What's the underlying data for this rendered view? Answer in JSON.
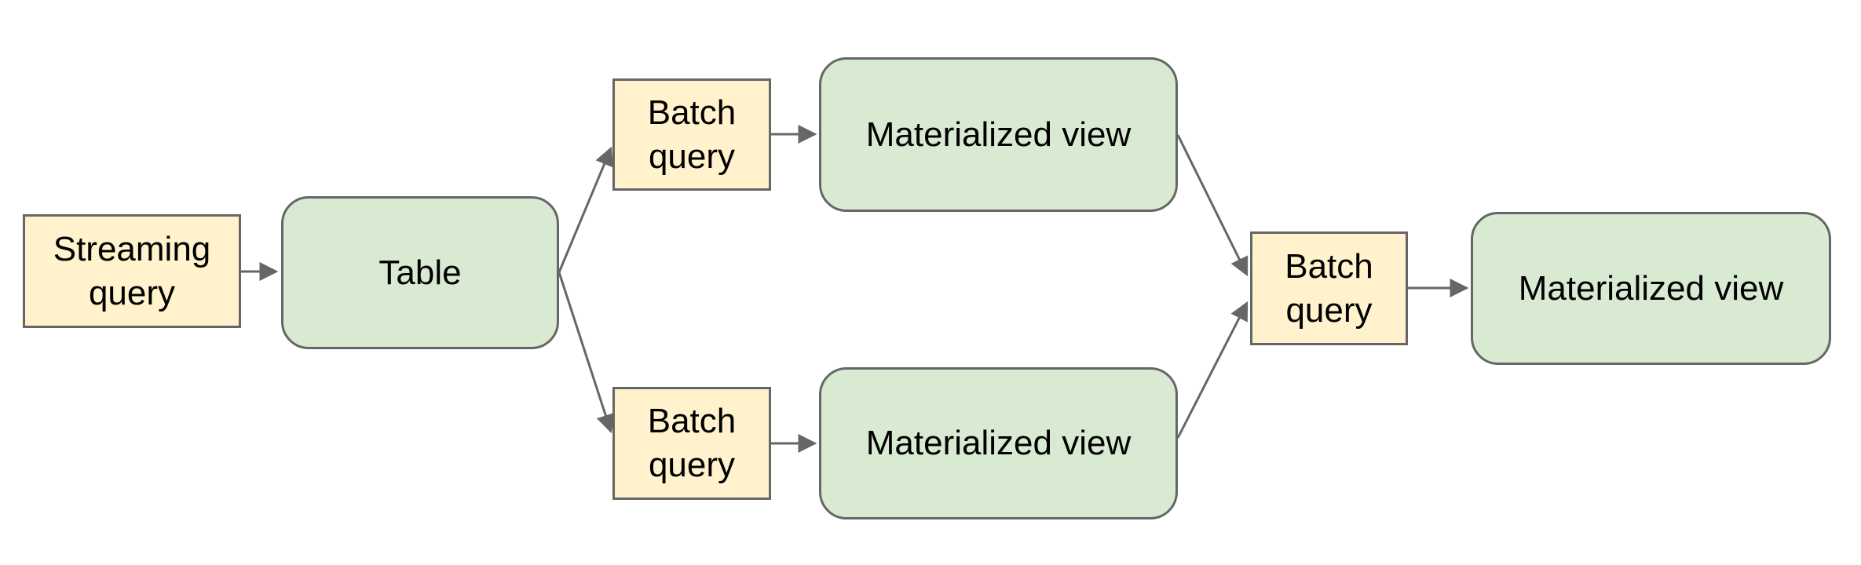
{
  "diagram": {
    "background_color": "#ffffff",
    "colors": {
      "query_node_fill": "#fff2cc",
      "dataset_node_fill": "#d9ead3",
      "node_border": "#666666",
      "arrow": "#666666",
      "text": "#000000"
    },
    "nodes": [
      {
        "id": "streaming-query",
        "label": "Streaming query",
        "shape": "rectangle",
        "fill": "#fff2cc"
      },
      {
        "id": "table",
        "label": "Table",
        "shape": "rounded-rectangle",
        "fill": "#d9ead3"
      },
      {
        "id": "batch-query-top",
        "label": "Batch query",
        "shape": "rectangle",
        "fill": "#fff2cc"
      },
      {
        "id": "materialized-view-top",
        "label": "Materialized view",
        "shape": "rounded-rectangle",
        "fill": "#d9ead3"
      },
      {
        "id": "batch-query-bottom",
        "label": "Batch query",
        "shape": "rectangle",
        "fill": "#fff2cc"
      },
      {
        "id": "materialized-view-bottom",
        "label": "Materialized view",
        "shape": "rounded-rectangle",
        "fill": "#d9ead3"
      },
      {
        "id": "batch-query-right",
        "label": "Batch query",
        "shape": "rectangle",
        "fill": "#fff2cc"
      },
      {
        "id": "materialized-view-right",
        "label": "Materialized view",
        "shape": "rounded-rectangle",
        "fill": "#d9ead3"
      }
    ],
    "edges": [
      {
        "from": "streaming-query",
        "to": "table"
      },
      {
        "from": "table",
        "to": "batch-query-top"
      },
      {
        "from": "table",
        "to": "batch-query-bottom"
      },
      {
        "from": "batch-query-top",
        "to": "materialized-view-top"
      },
      {
        "from": "batch-query-bottom",
        "to": "materialized-view-bottom"
      },
      {
        "from": "materialized-view-top",
        "to": "batch-query-right"
      },
      {
        "from": "materialized-view-bottom",
        "to": "batch-query-right"
      },
      {
        "from": "batch-query-right",
        "to": "materialized-view-right"
      }
    ]
  }
}
